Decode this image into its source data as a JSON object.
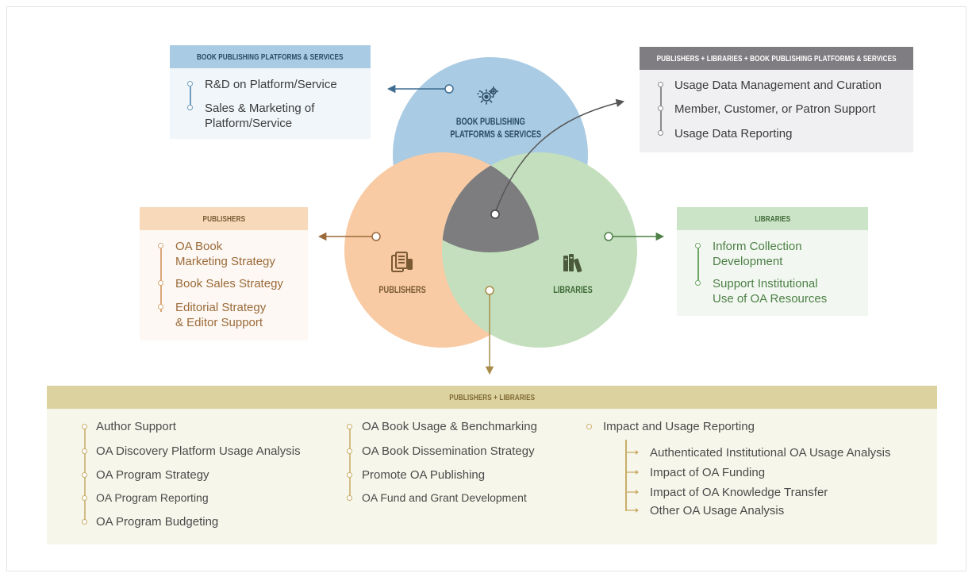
{
  "colors": {
    "platform": "#3f6d92",
    "platform_fill": "#9cc4e0",
    "platform_box_bg": "#f1f6fa",
    "gray": "#7f7d81",
    "gray_box_bg": "#f0eff1",
    "publisher": "#9b6a3a",
    "publisher_head_bg": "#f8d9ba",
    "publisher_fill": "#f7c9a0",
    "publisher_box_bg": "#fdf8f3",
    "library": "#4d7f46",
    "library_head_bg": "#cbe3c6",
    "library_fill": "#bfdcb8",
    "library_box_bg": "#f2f8f1",
    "pl": "#a98c4b",
    "pl_head_bg": "#dcd2a0",
    "pl_box_bg": "#f7f6ea"
  },
  "platforms_box": {
    "title": "BOOK PUBLISHING PLATFORMS & SERVICES",
    "items": [
      "R&D on Platform/Service",
      "Sales & Marketing of",
      "Platform/Service"
    ]
  },
  "all_box": {
    "title": "PUBLISHERS + LIBRARIES + BOOK PUBLISHING PLATFORMS & SERVICES",
    "items": [
      "Usage Data Management and Curation",
      "Member, Customer, or Patron Support",
      "Usage Data Reporting"
    ]
  },
  "publishers_box": {
    "title": "PUBLISHERS",
    "items": [
      "OA Book",
      "Marketing Strategy",
      "Book Sales Strategy",
      "Editorial Strategy",
      "& Editor Support"
    ]
  },
  "libraries_box": {
    "title": "LIBRARIES",
    "items": [
      "Inform Collection",
      "Development",
      "Support Institutional",
      "Use of OA Resources"
    ]
  },
  "venn": {
    "platforms_label_1": "BOOK PUBLISHING",
    "platforms_label_2": "PLATFORMS & SERVICES",
    "publishers_label": "PUBLISHERS",
    "libraries_label": "LIBRARIES",
    "icons": [
      "gears-icon",
      "documents-icon",
      "books-icon"
    ]
  },
  "pl_box": {
    "title": "PUBLISHERS + LIBRARIES",
    "col1": [
      "Author Support",
      "OA Discovery Platform Usage Analysis",
      "OA Program Strategy",
      "OA Program Reporting",
      "OA Program Budgeting"
    ],
    "col2": [
      "OA Book Usage & Benchmarking",
      "OA Book Dissemination Strategy",
      "Promote OA Publishing",
      "OA Fund and Grant Development"
    ],
    "col3_head": "Impact and Usage Reporting",
    "col3_sub": [
      "Authenticated Institutional OA Usage Analysis",
      "Impact of OA Funding",
      "Impact of OA Knowledge Transfer",
      "Other OA Usage Analysis"
    ]
  }
}
